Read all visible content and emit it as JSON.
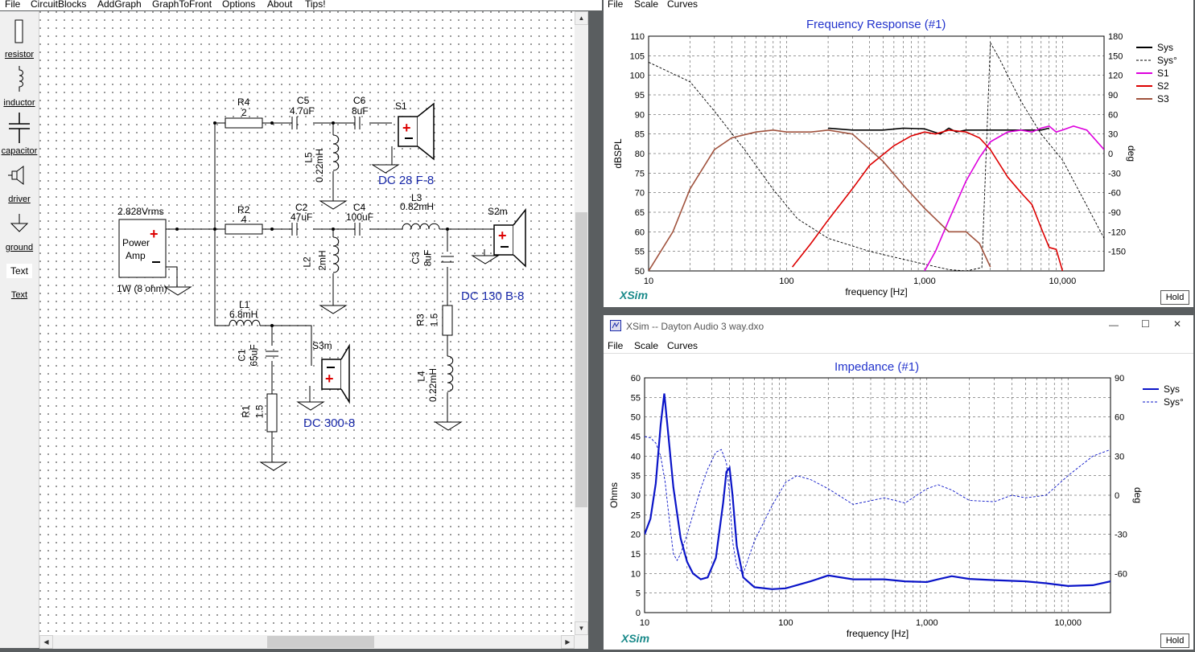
{
  "menu": [
    "File",
    "CircuitBlocks",
    "AddGraph",
    "GraphToFront",
    "Options",
    "About",
    "Tips!"
  ],
  "toolbox": {
    "items": [
      {
        "label": "resistor",
        "icon": "resistor-icon"
      },
      {
        "label": "inductor",
        "icon": "inductor-icon"
      },
      {
        "label": "capacitor",
        "icon": "capacitor-icon"
      },
      {
        "label": "driver",
        "icon": "driver-icon"
      },
      {
        "label": "ground",
        "icon": "ground-icon"
      }
    ],
    "text_box": "Text",
    "text_link": "Text"
  },
  "schematic": {
    "source_voltage": "2.828Vrms",
    "amp_line1": "Power",
    "amp_line2": "Amp",
    "amp_power": "1W (8 ohm)",
    "parts": [
      {
        "ref": "R4",
        "value": "2"
      },
      {
        "ref": "C5",
        "value": "4.7uF"
      },
      {
        "ref": "C6",
        "value": "8uF"
      },
      {
        "ref": "L5",
        "value": "0.22mH"
      },
      {
        "ref": "R2",
        "value": "4"
      },
      {
        "ref": "C2",
        "value": "47uF"
      },
      {
        "ref": "C4",
        "value": "100uF"
      },
      {
        "ref": "L3",
        "value": "0.82mH"
      },
      {
        "ref": "L2",
        "value": "2mH"
      },
      {
        "ref": "C3",
        "value": "8uF"
      },
      {
        "ref": "R3",
        "value": "1.5"
      },
      {
        "ref": "L4",
        "value": "0.22mH"
      },
      {
        "ref": "L1",
        "value": "6.8mH"
      },
      {
        "ref": "C1",
        "value": "65uF"
      },
      {
        "ref": "R1",
        "value": "1.5"
      }
    ],
    "drivers": [
      {
        "ref": "S1",
        "model": "DC 28 F-8"
      },
      {
        "ref": "S2m",
        "model": "DC 130 B-8"
      },
      {
        "ref": "S3m",
        "model": "DC 300-8"
      }
    ]
  },
  "freq_window": {
    "menu": [
      "File",
      "Scale",
      "Curves"
    ],
    "hold": "Hold",
    "brand": "XSim",
    "chart_data": {
      "type": "line",
      "title": "Frequency Response (#1)",
      "xlabel": "frequency [Hz]",
      "ylabel": "dBSPL",
      "y2label": "deg",
      "xscale": "log",
      "xlim": [
        10,
        20000
      ],
      "ylim": [
        50,
        110
      ],
      "y2lim": [
        -180,
        180
      ],
      "xticks": [
        "10",
        "100",
        "1,000",
        "10,000"
      ],
      "yticks": [
        "50",
        "55",
        "60",
        "65",
        "70",
        "75",
        "80",
        "85",
        "90",
        "95",
        "100",
        "105",
        "110"
      ],
      "y2ticks": [
        "-150",
        "-120",
        "-90",
        "-60",
        "-30",
        "0",
        "30",
        "60",
        "90",
        "120",
        "150",
        "180"
      ],
      "legend_position": "top-right",
      "series": [
        {
          "name": "Sys",
          "color": "#000000",
          "style": "solid",
          "axis": "left",
          "x": [
            200,
            300,
            500,
            700,
            1000,
            1300,
            1500,
            1700,
            2000,
            3000,
            4000,
            5000,
            7000,
            8000
          ],
          "y": [
            86.5,
            86,
            86,
            86.5,
            86.3,
            85,
            86.5,
            85.5,
            86,
            86,
            86,
            86,
            86,
            86.5
          ]
        },
        {
          "name": "Sys°",
          "color": "#000000",
          "style": "dashed",
          "axis": "right",
          "x": [
            10,
            20,
            30,
            50,
            80,
            120,
            200,
            400,
            800,
            1500,
            2000,
            2600,
            3000,
            3500,
            4000,
            5000,
            7000,
            10000,
            15000,
            20000
          ],
          "y": [
            140,
            110,
            65,
            5,
            -55,
            -100,
            -130,
            -150,
            -165,
            -178,
            -180,
            -175,
            170,
            145,
            120,
            80,
            30,
            -10,
            -80,
            -130
          ]
        },
        {
          "name": "S1",
          "color": "#dd00dd",
          "style": "solid",
          "axis": "left",
          "x": [
            1000,
            1200,
            1500,
            2000,
            2500,
            3000,
            4000,
            5000,
            6000,
            7000,
            8000,
            9000,
            10000,
            12000,
            15000,
            20000
          ],
          "y": [
            50,
            55,
            63,
            73,
            79,
            83,
            85.5,
            86,
            85.5,
            86.5,
            87,
            85.5,
            86,
            87,
            86,
            81
          ]
        },
        {
          "name": "S2",
          "color": "#dd0000",
          "style": "solid",
          "axis": "left",
          "x": [
            110,
            150,
            200,
            300,
            400,
            600,
            800,
            1000,
            1200,
            1500,
            2000,
            2500,
            3000,
            4000,
            5000,
            6000,
            7000,
            8000,
            9000,
            10000
          ],
          "y": [
            51,
            57,
            63,
            71,
            77,
            82,
            84.5,
            85.5,
            85,
            86,
            85.5,
            84,
            81,
            74,
            70,
            67,
            61,
            56,
            55.5,
            50
          ]
        },
        {
          "name": "S3",
          "color": "#a0523d",
          "style": "solid",
          "axis": "left",
          "x": [
            10,
            15,
            20,
            30,
            40,
            60,
            80,
            100,
            150,
            200,
            300,
            500,
            700,
            1000,
            1500,
            2000,
            2500,
            3000
          ],
          "y": [
            50,
            60,
            71,
            81,
            84,
            85.5,
            86,
            85.5,
            85.5,
            86,
            85,
            78,
            72,
            66,
            60,
            60,
            57,
            51
          ]
        }
      ]
    }
  },
  "impedance_window": {
    "title": "XSim -- Dayton Audio 3 way.dxo",
    "menu": [
      "File",
      "Scale",
      "Curves"
    ],
    "hold": "Hold",
    "brand": "XSim",
    "controls": {
      "minimize": "—",
      "maximize": "☐",
      "close": "✕"
    },
    "chart_data": {
      "type": "line",
      "title": "Impedance (#1)",
      "xlabel": "frequency [Hz]",
      "ylabel": "Ohms",
      "y2label": "deg",
      "xscale": "log",
      "xlim": [
        10,
        20000
      ],
      "ylim": [
        0,
        60
      ],
      "y2lim": [
        -90,
        90
      ],
      "xticks": [
        "10",
        "100",
        "1,000",
        "10,000"
      ],
      "yticks": [
        "0",
        "5",
        "10",
        "15",
        "20",
        "25",
        "30",
        "35",
        "40",
        "45",
        "50",
        "55",
        "60"
      ],
      "y2ticks": [
        "-60",
        "-30",
        "0",
        "30",
        "60",
        "90"
      ],
      "legend_position": "top-right",
      "series": [
        {
          "name": "Sys",
          "color": "#0a14c8",
          "style": "solid",
          "axis": "left",
          "x": [
            10,
            11,
            12,
            13,
            13.8,
            14.5,
            16,
            18,
            20,
            22,
            25,
            28,
            32,
            36,
            38,
            40,
            42,
            45,
            50,
            60,
            80,
            100,
            150,
            200,
            300,
            500,
            700,
            1000,
            1200,
            1500,
            2000,
            3000,
            5000,
            7000,
            10000,
            15000,
            20000
          ],
          "y": [
            20,
            24,
            33,
            48,
            56,
            48,
            32,
            19,
            13,
            10,
            8.5,
            9,
            14,
            28,
            36,
            37,
            30,
            17,
            9,
            6.5,
            6,
            6.2,
            8,
            9.5,
            8.5,
            8.5,
            8,
            7.8,
            8.5,
            9.3,
            8.6,
            8.3,
            8,
            7.5,
            6.8,
            7,
            8
          ]
        },
        {
          "name": "Sys°",
          "color": "#0a14c8",
          "style": "dashed",
          "axis": "right",
          "x": [
            10,
            11,
            12,
            13,
            14,
            15,
            16,
            17,
            18,
            20,
            22,
            25,
            28,
            32,
            35,
            38,
            40,
            42,
            45,
            50,
            60,
            80,
            100,
            120,
            150,
            200,
            300,
            500,
            700,
            1000,
            1200,
            1500,
            2000,
            3000,
            4000,
            5000,
            7000,
            10000,
            15000,
            20000
          ],
          "y": [
            45,
            44,
            40,
            30,
            10,
            -20,
            -45,
            -50,
            -45,
            -30,
            -15,
            5,
            20,
            33,
            35,
            25,
            0,
            -35,
            -55,
            -60,
            -35,
            -8,
            10,
            15,
            12,
            5,
            -7,
            -2,
            -6,
            5,
            8,
            4,
            -4,
            -5,
            0,
            -2,
            0,
            15,
            30,
            35
          ]
        }
      ]
    }
  }
}
